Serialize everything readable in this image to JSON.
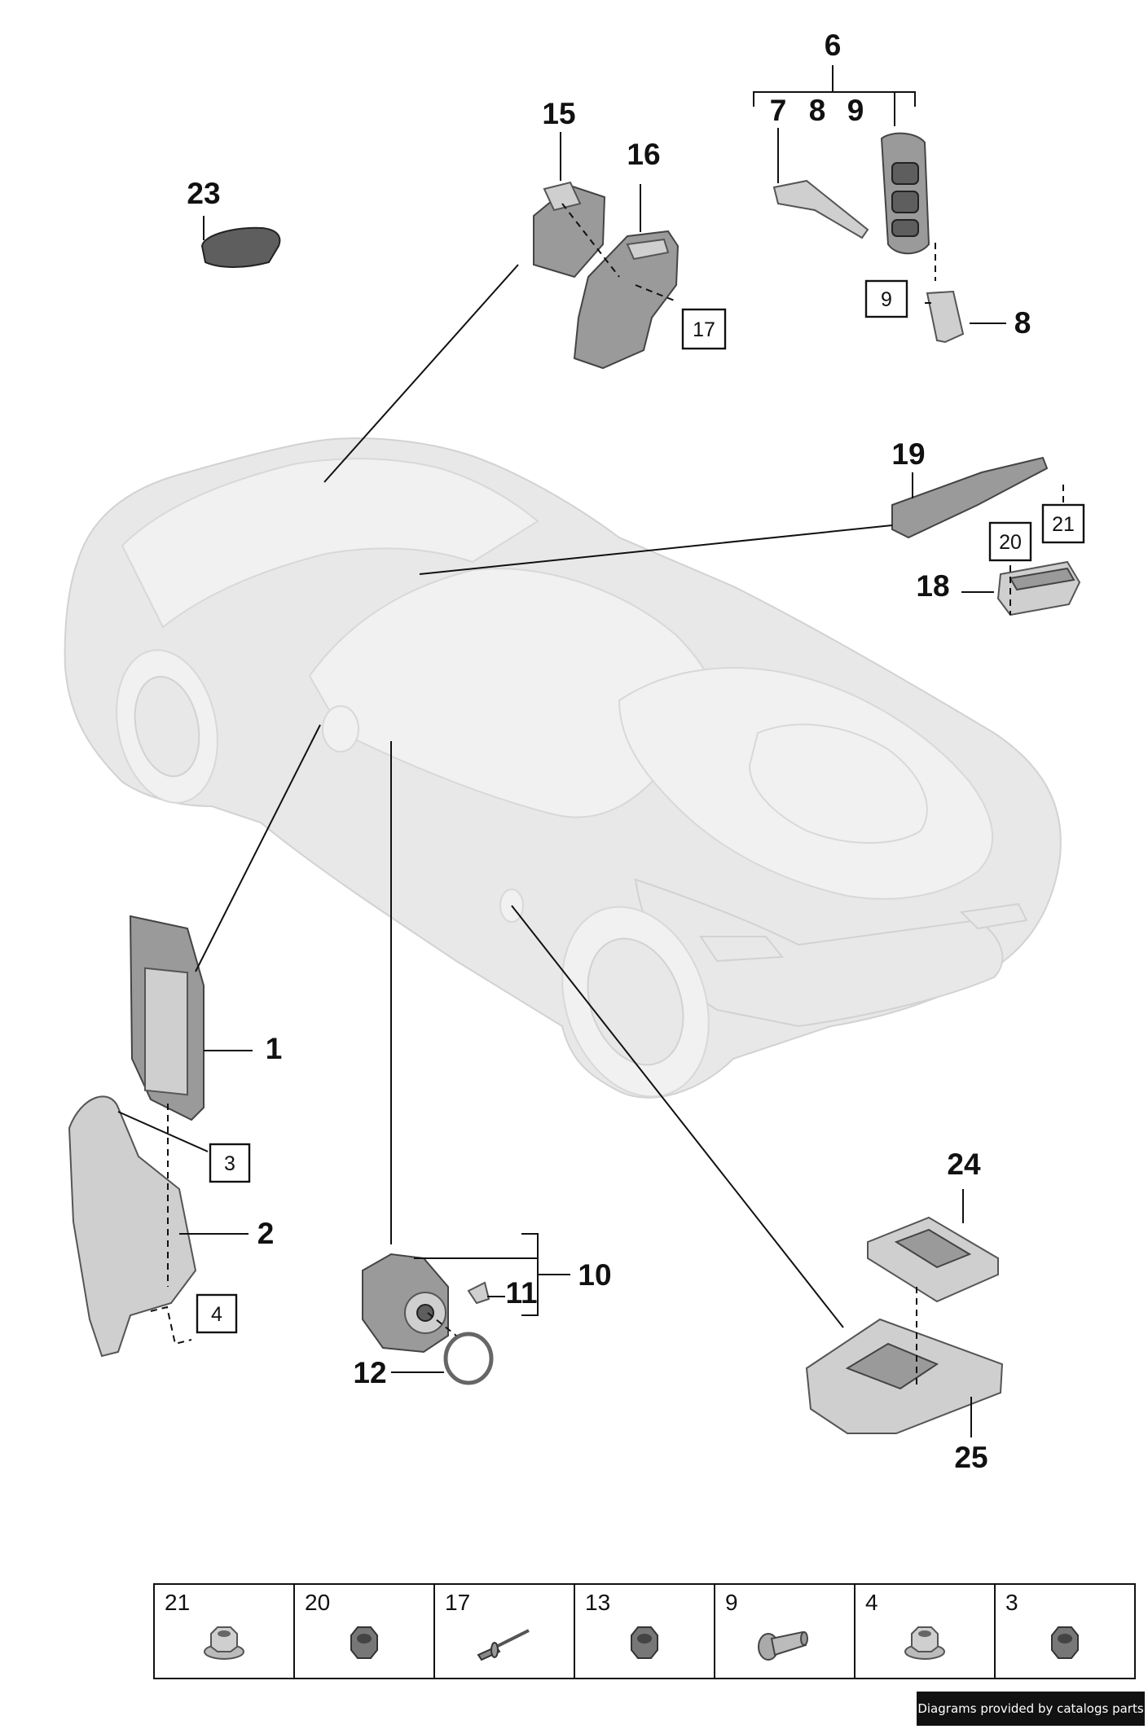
{
  "diagram": {
    "callouts": {
      "c1": "1",
      "c2": "2",
      "c6": "6",
      "c7": "7",
      "c8a": "8",
      "c9a": "9",
      "c8b": "8",
      "c10": "10",
      "c11": "11",
      "c12": "12",
      "c15": "15",
      "c16": "16",
      "c18": "18",
      "c19": "19",
      "c23": "23",
      "c24": "24",
      "c25": "25"
    },
    "boxed": {
      "b3": "3",
      "b4": "4",
      "b9": "9",
      "b17": "17",
      "b20": "20",
      "b21": "21"
    }
  },
  "legend": {
    "cells": [
      {
        "number": "21",
        "icon": "hex-nut-flange-icon"
      },
      {
        "number": "20",
        "icon": "hex-nut-icon"
      },
      {
        "number": "17",
        "icon": "rivet-icon"
      },
      {
        "number": "13",
        "icon": "hex-nut-icon"
      },
      {
        "number": "9",
        "icon": "screw-icon"
      },
      {
        "number": "4",
        "icon": "hex-nut-flange-icon"
      },
      {
        "number": "3",
        "icon": "hex-nut-icon"
      }
    ]
  },
  "footer": {
    "text": "Diagrams provided by catalogs parts"
  }
}
